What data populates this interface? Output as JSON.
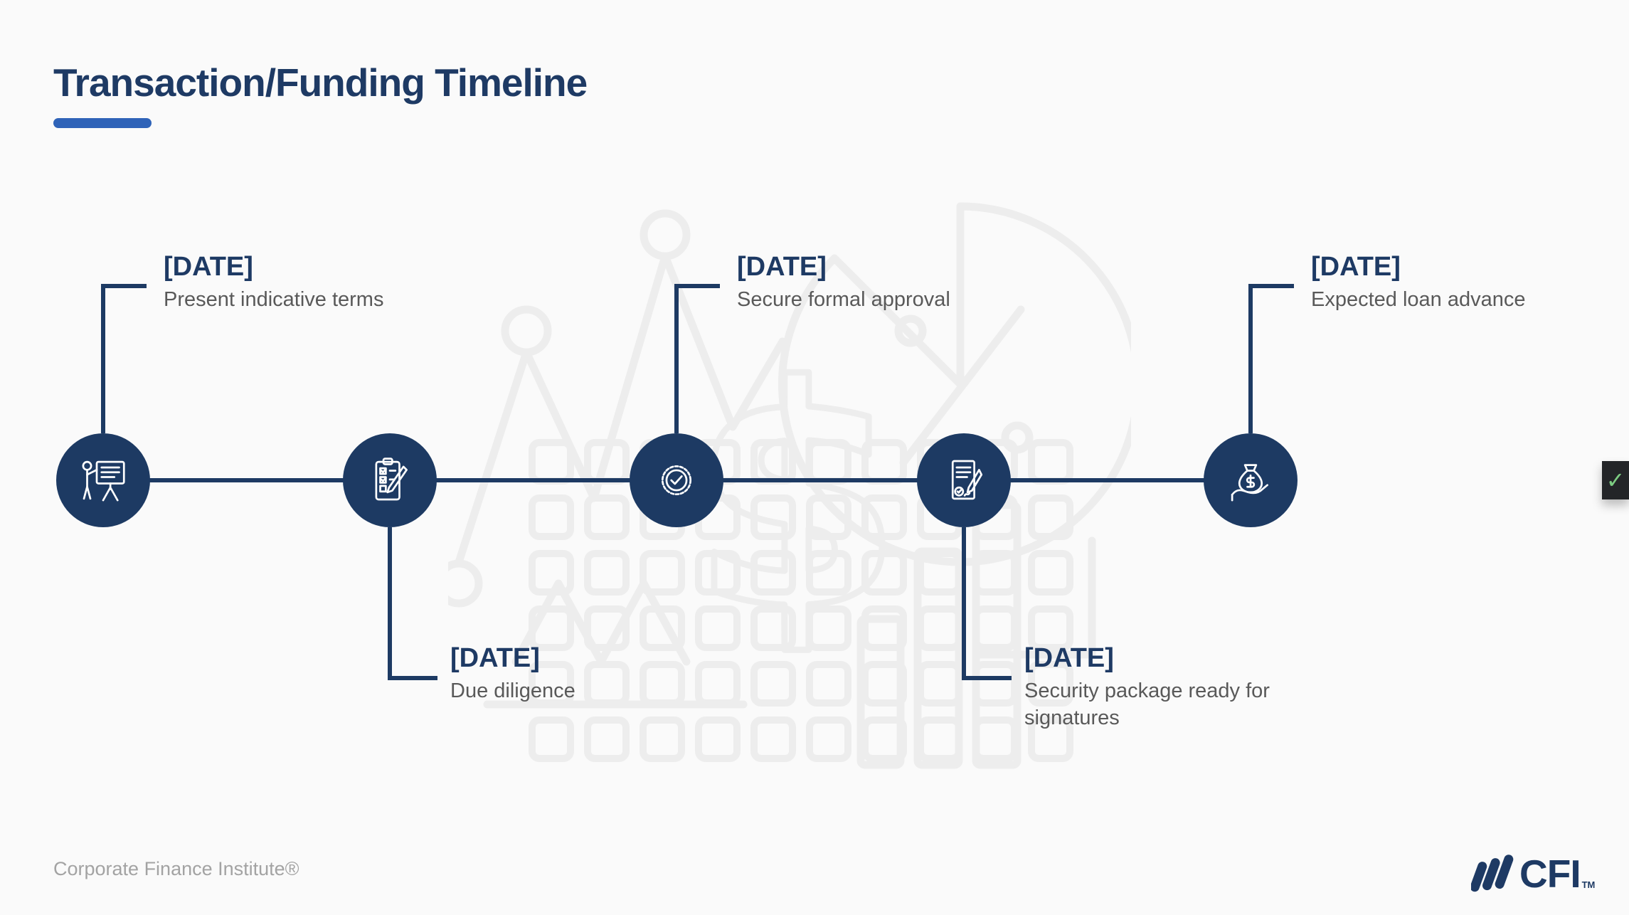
{
  "slide": {
    "title": "Transaction/Funding Timeline",
    "footer_brand": "Corporate Finance Institute®",
    "logo": {
      "text": "CFI",
      "tm": "TM"
    }
  },
  "timeline": {
    "events": [
      {
        "date": "[DATE]",
        "description": "Present indicative terms",
        "icon": "presentation-icon",
        "label_position": "above"
      },
      {
        "date": "[DATE]",
        "description": "Due diligence",
        "icon": "checklist-icon",
        "label_position": "below"
      },
      {
        "date": "[DATE]",
        "description": "Secure formal approval",
        "icon": "approval-badge-icon",
        "label_position": "above"
      },
      {
        "date": "[DATE]",
        "description": "Security package ready for signatures",
        "icon": "signature-document-icon",
        "label_position": "below"
      },
      {
        "date": "[DATE]",
        "description": "Expected loan advance",
        "icon": "loan-advance-icon",
        "label_position": "above"
      }
    ]
  },
  "overlay": {
    "status_check": "✓"
  },
  "colors": {
    "navy": "#1d3a63",
    "title_navy": "#1e3a64",
    "accent_blue": "#2f63b8",
    "desc_gray": "#595959",
    "footer_gray": "#a3a3a3",
    "background": "#fafafa",
    "watermark_gray": "#ededed",
    "check_green": "#7ccc82",
    "check_bg": "#232528"
  }
}
